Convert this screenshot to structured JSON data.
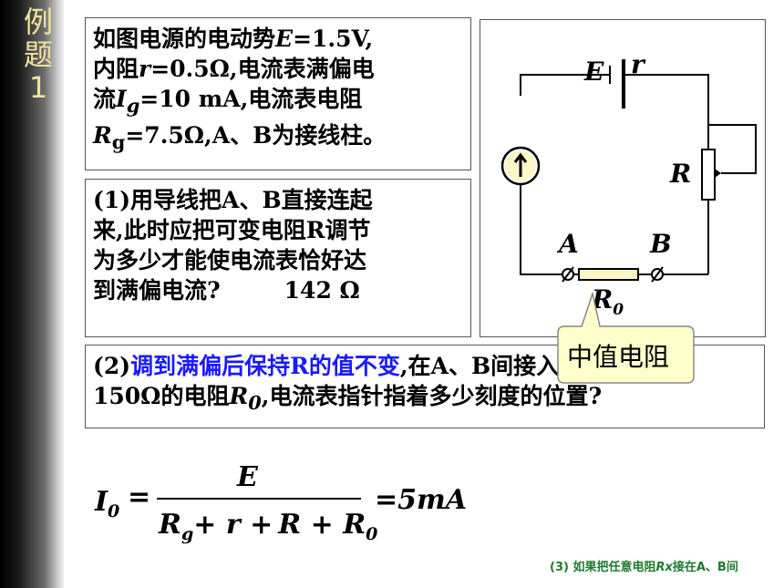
{
  "sidebar": {
    "chars": [
      "例",
      "题",
      "1"
    ]
  },
  "problem": {
    "line1_pre": "如图电源的电动势",
    "E_sym": "E",
    "line1_val": "=1.5V,",
    "line2_pre": "内阻",
    "r_sym": "r",
    "line2_val": "=0.5Ω,电流表满偏电",
    "line3_pre": "流",
    "Ig_sym": "I",
    "Ig_sub": "g",
    "line3_val": "=10 mA,电流表电阻",
    "Rg_sym": "R",
    "Rg_sub": "g",
    "line4_val": "=7.5Ω,A、B为接线柱。"
  },
  "question1": {
    "line1": "(1)用导线把A、B直接连起",
    "line2": "来,此时应把可变电阻R调节",
    "line3": "为多少才能使电流表恰好达",
    "line4_pre": "到满偏电流?",
    "answer": "142 Ω"
  },
  "question2": {
    "prefix": "(2)",
    "highlight": "调到满偏后保持R的值不变",
    "line1_rest": ",在A、B间接入",
    "line2_pre": "150Ω的电阻",
    "R0_sym": "R",
    "R0_sub": "0",
    "line2_rest": ",电流表指针指着多少刻度的位置?"
  },
  "circuit": {
    "label_E": "E",
    "label_r": "r",
    "label_R": "R",
    "label_A": "A",
    "label_B": "B",
    "label_R0": "R",
    "label_R0_sub": "0",
    "callout": "中值电阻",
    "callout_bg": "#ffffcc"
  },
  "formula": {
    "lhs": "I",
    "lhs_sub": "0",
    "eq": "=",
    "numerator": "E",
    "den_Rg": "R",
    "den_Rg_sub": "g",
    "den_plus1": "+ ",
    "den_r": "r",
    "den_plus2": " +",
    "den_R": "R",
    "den_plus3": " + ",
    "den_R0": "R",
    "den_R0_sub": "0",
    "result": "=5mA"
  },
  "footnote": {
    "pre": "(3) 如果把任意电阻",
    "Rx": "Rx",
    "post": "接在A、B间"
  }
}
